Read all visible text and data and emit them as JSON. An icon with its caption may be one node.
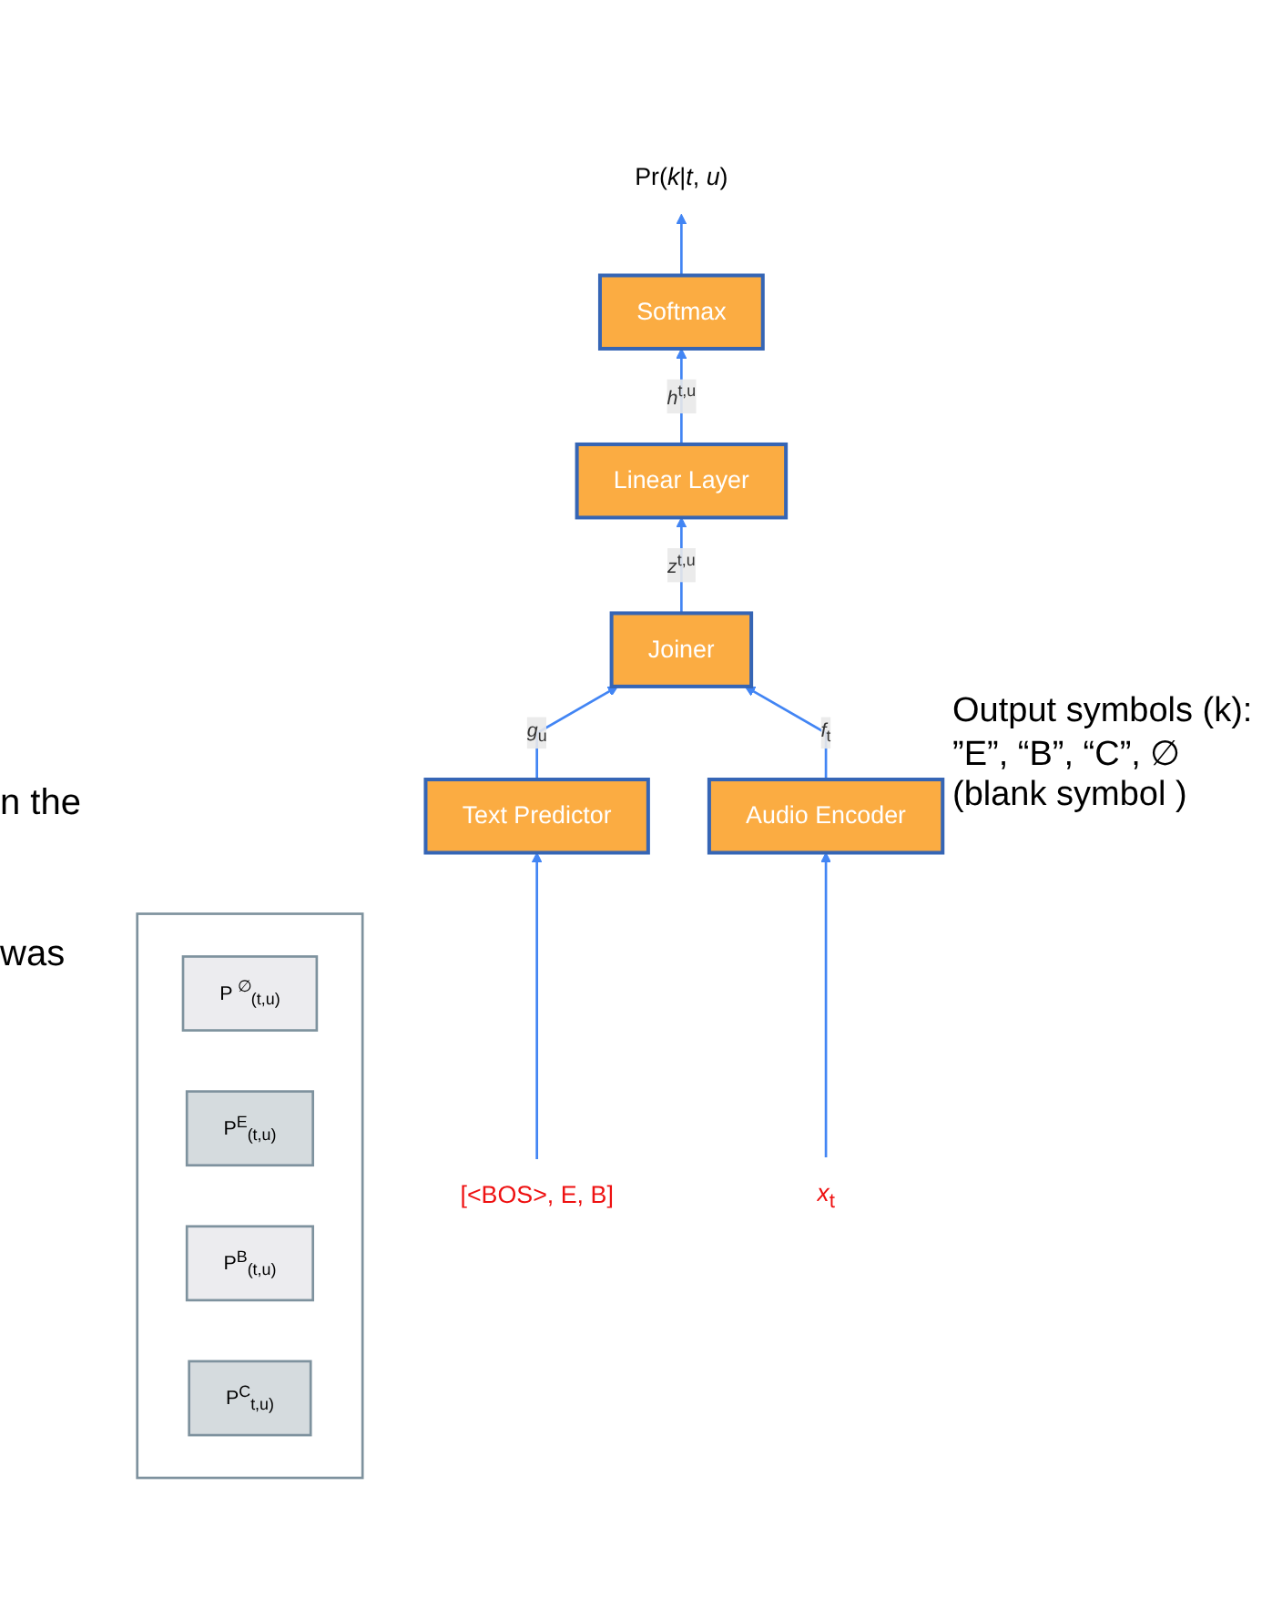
{
  "diagram": {
    "nodes": [
      {
        "text": [],
        "shape": "box"
      },
      {
        "text": [
          "P $^{∅}$$_{(t,u)}$"
        ],
        "in": 0
      },
      {
        "text": [
          "P$^{E}$$_{(t,u)}$"
        ],
        "in": 0
      },
      {
        "text": [
          "P$^{B}$$_{(t,u)}$"
        ],
        "in": 0
      },
      {
        "text": [
          "P$^{C}$$_{t,u)}$"
        ],
        "in": 0
      },
      {
        "text": [
          "Pr(*k*|*t*, *u*)"
        ]
      },
      {
        "text": [
          "Softmax"
        ]
      },
      {
        "text": [
          "Linear Layer"
        ]
      },
      {
        "text": [
          "Joiner"
        ]
      },
      {
        "text": [
          "Text Predictor"
        ]
      },
      {
        "text": [
          "Audio Encoder"
        ]
      },
      {
        "text": [
          "[<BOS>, E, B]"
        ]
      },
      {
        "text": [
          "*x*$_{t}$"
        ]
      }
    ],
    "edges": [
      {
        "from": 6,
        "to": 5,
        "arrow": "to"
      },
      {
        "from": 7,
        "to": 6,
        "arrow": "to",
        "label": "*h*$^{t,u}$"
      },
      {
        "from": 8,
        "to": 7,
        "arrow": "to",
        "label": "*z*$^{t,u}$"
      },
      {
        "from": 9,
        "to": 8,
        "arrow": "to",
        "label": "*g*$_{u}$"
      },
      {
        "from": 10,
        "to": 8,
        "arrow": "to",
        "label": "*f*$_{t}$"
      },
      {
        "from": 11,
        "to": 9,
        "arrow": "to"
      },
      {
        "from": 12,
        "to": 10,
        "arrow": "to"
      }
    ],
    "labels": [
      "n the",
      "was",
      "Output symbols (k): ”E”, “B”, “C”, ∅ (blank symbol )"
    ]
  }
}
